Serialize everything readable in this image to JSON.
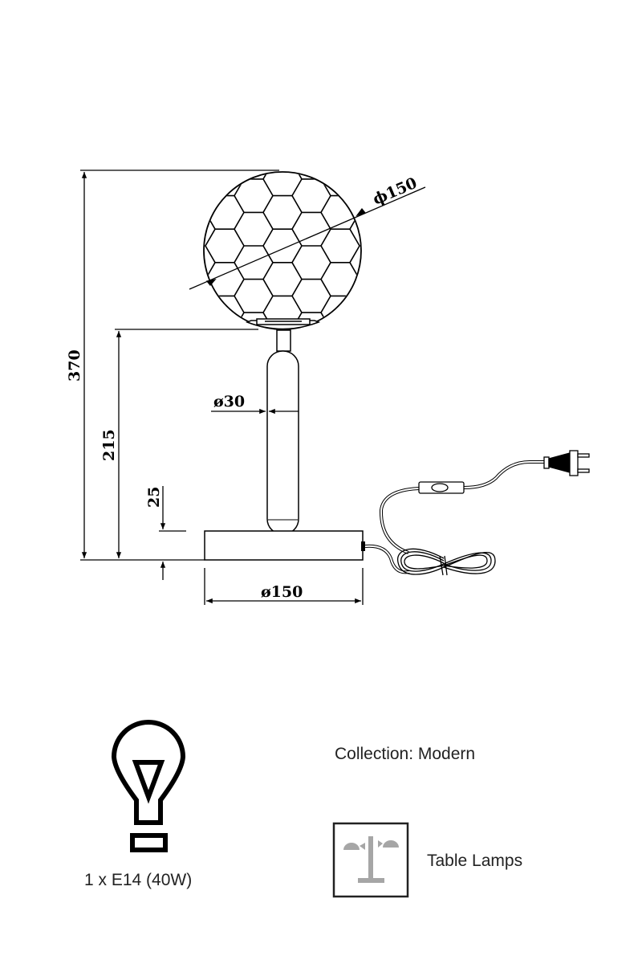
{
  "drawing": {
    "dimensions": {
      "globe_diameter": "ϕ150",
      "total_height": "370",
      "stem_height": "215",
      "base_height": "25",
      "stem_diameter": "ø30",
      "base_diameter": "ø150"
    }
  },
  "info": {
    "bulb": "1 x E14 (40W)",
    "collection": "Collection: Modern",
    "category": "Table Lamps"
  },
  "colors": {
    "line": "#000000",
    "icon_gray": "#a6a6a6"
  }
}
